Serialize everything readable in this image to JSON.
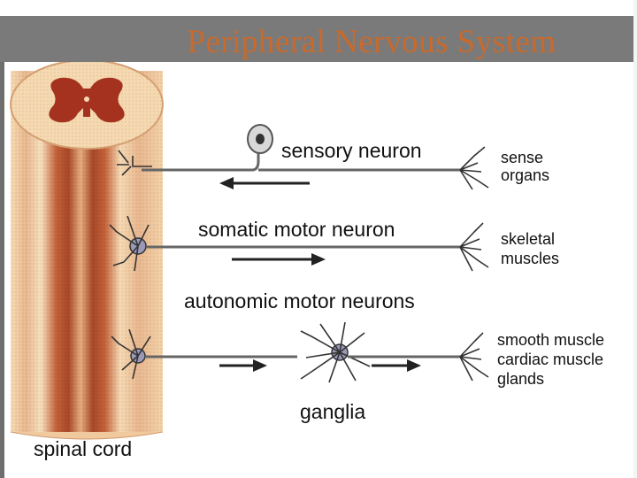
{
  "slide": {
    "title": "Peripheral Nervous System"
  },
  "diagram": {
    "spinal_cord_label": "spinal cord",
    "sensory_neuron_label": "sensory neuron",
    "somatic_motor_neuron_label": "somatic motor neuron",
    "autonomic_motor_neurons_label": "autonomic motor neurons",
    "ganglia_label": "ganglia",
    "targets": {
      "sensory": [
        "sense",
        "organs"
      ],
      "somatic": [
        "skeletal",
        "muscles"
      ],
      "autonomic": [
        "smooth muscle",
        "cardiac muscle",
        "glands"
      ]
    },
    "colors": {
      "cord_light": "#f6d9b0",
      "cord_dark": "#b9552a",
      "gray_matter": "#a4321f",
      "nerve_line": "#666666",
      "arrow": "#222222",
      "title_bar": "#7a7a7a",
      "title_text": "#c96a2c"
    }
  }
}
